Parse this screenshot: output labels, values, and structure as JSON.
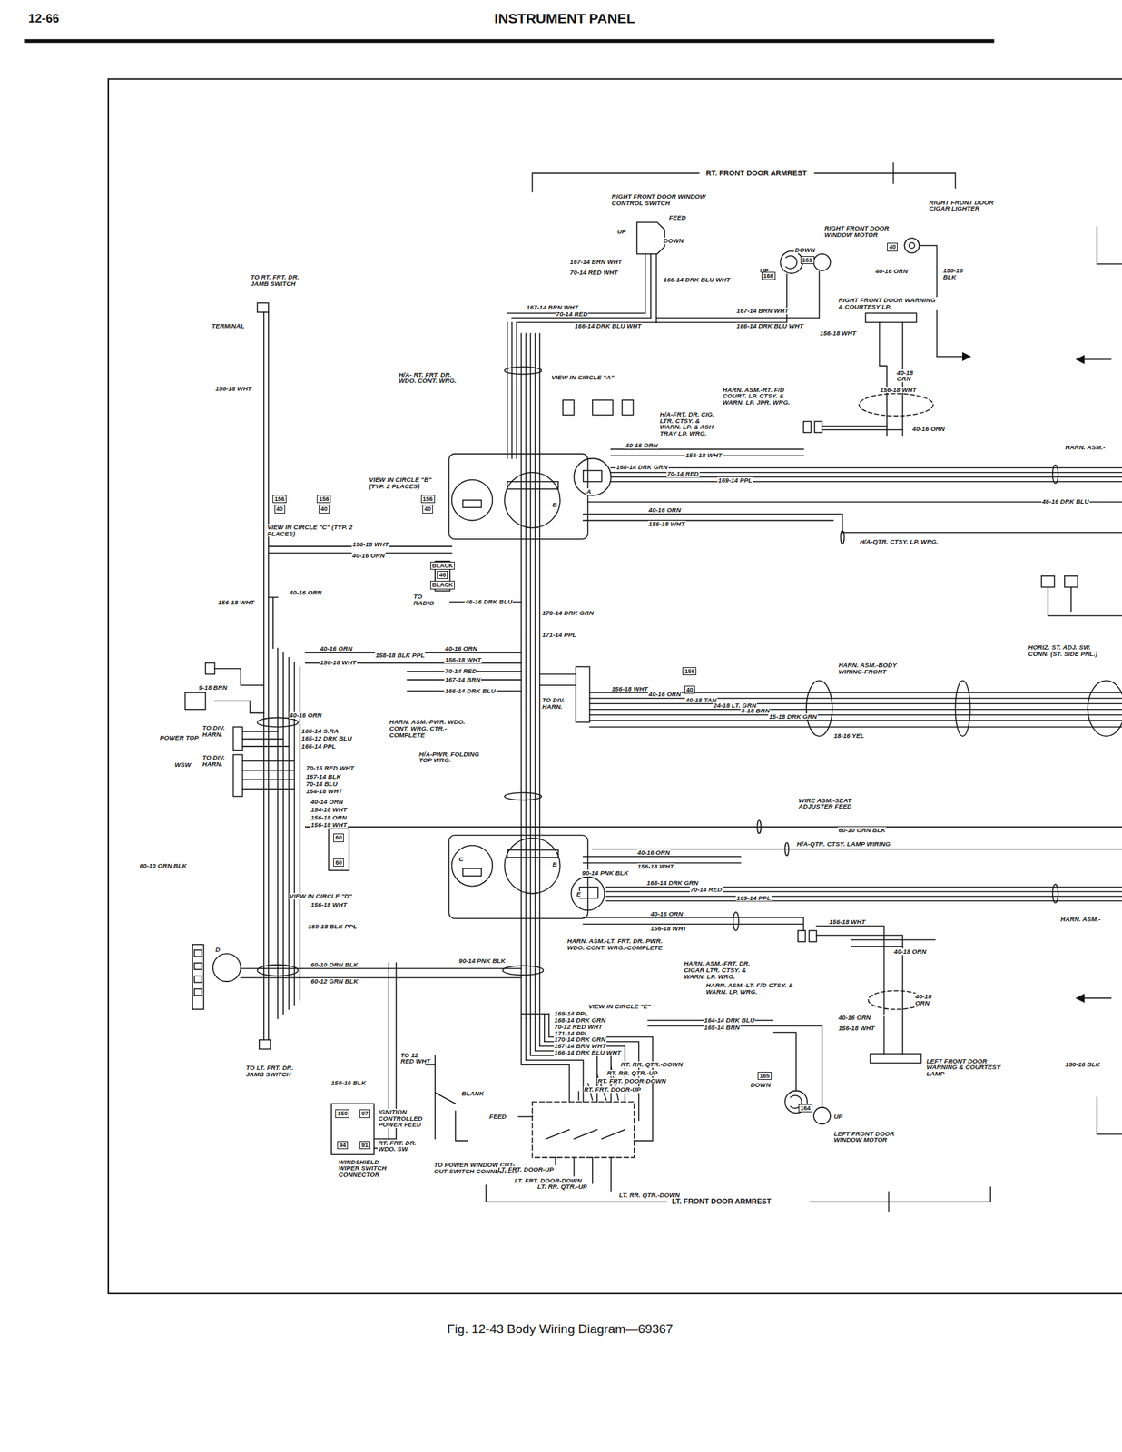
{
  "diagram": {
    "title": "INSTRUMENT PANEL",
    "caption": "Fig. 12-43 Body Wiring Diagram—69367",
    "nodes": [
      {
        "text": [
          "161"
        ]
      },
      {
        "text": [
          "166"
        ]
      },
      {
        "text": [
          "40"
        ]
      },
      {
        "text": [
          "BLACK"
        ]
      },
      {
        "text": [
          "46"
        ]
      },
      {
        "text": [
          "BLACK"
        ]
      },
      {
        "text": [
          "156"
        ]
      },
      {
        "text": [
          "40"
        ]
      },
      {
        "text": [
          "156"
        ]
      },
      {
        "text": [
          "40"
        ]
      },
      {
        "text": [
          "156"
        ]
      },
      {
        "text": [
          "40"
        ]
      },
      {
        "text": [
          "156"
        ]
      },
      {
        "text": [
          "40"
        ]
      },
      {
        "text": [
          "60"
        ]
      },
      {
        "text": [
          "60"
        ]
      },
      {
        "text": [
          "165"
        ]
      },
      {
        "text": [
          "164"
        ]
      },
      {
        "text": [
          "150"
        ]
      },
      {
        "text": [
          "97"
        ]
      },
      {
        "text": [
          "94"
        ]
      },
      {
        "text": [
          "91"
        ]
      }
    ],
    "labels": [
      "12-66",
      "RT. FRONT DOOR ARMREST",
      "RIGHT FRONT DOOR WINDOW CONTROL SWITCH",
      "FEED",
      "UP",
      "DOWN",
      "RIGHT FRONT DOOR CIGAR LIGHTER",
      "RIGHT FRONT DOOR WINDOW MOTOR",
      "DOWN",
      "UP",
      "40-16 ORN",
      "150-16 BLK",
      "RIGHT FRONT DOOR WARNING & COURTESY LP.",
      "156-18 WHT",
      "40-18 ORN",
      "167-14 BRN WHT",
      "70-14 RED WHT",
      "166-14 DRK BLU WHT",
      "167-14 BRN WHT",
      "70-14 RED",
      "166-14 DRK BLU WHT",
      "167-14 BRN WHT",
      "166-14 DRK BLU WHT",
      "TO RT. FRT. DR. JAMB SWITCH",
      "TERMINAL",
      "156-18 WHT",
      "H/A- RT. FRT. DR. WDO. CONT. WRG.",
      "VIEW IN CIRCLE \"A\"",
      "HARN. ASM.-RT. F/D COURT. LP. CTSY. & WARN. LP. JPR. WRG.",
      "156-18 WHT",
      "40-16 ORN",
      "H/A-FRT. DR. CIG. LTR. CTSY. & WARN. LP. & ASH TRAY LP. WRG.",
      "40-16 ORN",
      "156-18 WHT",
      "VIEW IN CIRCLE \"B\" (TYP. 2 PLACES)",
      "VIEW IN CIRCLE \"C\" (TYP. 2 PLACES)",
      "168-14 DRK GRN",
      "70-14 RED",
      "169-14 PPL",
      "A",
      "B",
      "40-16 ORN",
      "156-18 WHT",
      "H/A-QTR. CTSY. LP. WRG.",
      "HARN. ASM.-",
      "46-16 DRK BLU",
      "156-18 WHT",
      "40-16 ORN",
      "156-18 WHT",
      "40-16 ORN",
      "TO RADIO",
      "46-16 DRK BLU",
      "170-14 DRK GRN",
      "171-14 PPL",
      "HORIZ. ST. ADJ. SW. CONN. (ST. SIDE PNL.)",
      "40-16 ORN",
      "156-18 WHT",
      "158-18 BLK PPL",
      "40-16 ORN",
      "156-18 WHT",
      "70-14 RED",
      "167-14 BRN",
      "166-14 DRK BLU",
      "TO DIV. HARN.",
      "HARN. ASM.-BODY WIRING-FRONT",
      "156-18 WHT",
      "40-16 ORN",
      "40-18 TAN",
      "24-18 LT. GRN",
      "3-18 BRN",
      "15-18 DRK GRN",
      "18-16 YEL",
      "9-18 BRN",
      "40-16 ORN",
      "POWER TOP",
      "TO DIV. HARN.",
      "HARN. ASM.-PWR. WDO. CONT. WRG. CTR.-COMPLETE",
      "166-14 S.RA",
      "165-12 DRK BLU",
      "166-14 PPL",
      "H/A-PWR. FOLDING TOP WRG.",
      "WSW",
      "TO DIV. HARN.",
      "70-15 RED WHT",
      "167-14 BLK",
      "70-14 BLU",
      "154-18 WHT",
      "40-14 ORN",
      "154-18 WHT",
      "156-18 ORN",
      "156-18 WHT",
      "WIRE ASM.-SEAT ADJUSTER FEED",
      "60-10 ORN BLK",
      "H/A-QTR. CTSY. LAMP WIRING",
      "60-10 ORN BLK",
      "40-16 ORN",
      "156-18 WHT",
      "C",
      "B",
      "90-14 PNK BLK",
      "VIEW IN CIRCLE \"D\"",
      "156-18 WHT",
      "E",
      "168-14 DRK GRN",
      "70-14 RED",
      "169-14 PPL",
      "HARN. ASM.-",
      "169-18 BLK PPL",
      "40-16 ORN",
      "156-18 WHT",
      "156-18 WHT",
      "40-18 ORN",
      "HARN. ASM.-LT. FRT. DR. PWR. WDO. CONT. WRG.-COMPLETE",
      "HARN. ASM.-FRT. DR. CIGAR LTR. CTSY. & WARN. LP. WRG.",
      "HARN. ASM.-LT. F/D CTSY. & WARN. LP. WRG.",
      "D",
      "60-10 ORN BLK",
      "60-12 GRN BLK",
      "90-14 PNK BLK",
      "VIEW IN CIRCLE \"E\"",
      "40-18 ORN",
      "169-14 PPL",
      "168-14 DRK GRN",
      "70-12 RED WHT",
      "171-14 PPL",
      "170-14 DRK GRN",
      "167-14 BRN WHT",
      "166-14 DRK BLU WHT",
      "164-14 DRK BLU",
      "165-14 BRN",
      "40-16 ORN",
      "156-18 WHT",
      "TO LT. FRT. DR. JAMB SWITCH",
      "TO 12 RED WHT",
      "150-16 BLK",
      "BLANK",
      "IGNITION CONTROLLED POWER FEED",
      "RT. FRT. DR. WDO. SW.",
      "TO POWER WINDOW CUT-OUT SWITCH CONNECTOR",
      "WINDSHIELD WIPER SWITCH CONNECTOR",
      "RT. RR. QTR.-DOWN",
      "RT. RR. QTR.-UP",
      "RT. FRT. DOOR-DOWN",
      "RT. FRT. DOOR-UP",
      "FEED",
      "LT. FRT. DOOR-UP",
      "LT. FRT. DOOR-DOWN",
      "LT. RR. QTR.-UP",
      "LT. RR. QTR.-DOWN",
      "LT. FRONT DOOR ARMREST",
      "LEFT FRONT DOOR WARNING & COURTESY LAMP",
      "150-16 BLK",
      "DOWN",
      "UP",
      "LEFT FRONT DOOR WINDOW MOTOR"
    ]
  }
}
